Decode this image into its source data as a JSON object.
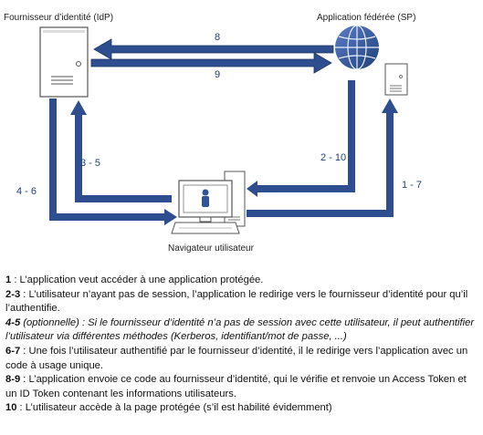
{
  "labels": {
    "idp": "Fournisseur d’identité (IdP)",
    "sp": "Application fédérée (SP)",
    "browser": "Navigateur utilisateur"
  },
  "arrows": {
    "a8": "8",
    "a9": "9",
    "a35": "3 - 5",
    "a46": "4 - 6",
    "a210": "2 - 10",
    "a17": "1 - 7"
  },
  "steps": [
    {
      "key": "1",
      "text": " : L’application veut accéder à une application protégée."
    },
    {
      "key": "2-3",
      "text": " : L’utilisateur n’ayant pas de session, l’application le redirige vers le fournisseur d’identité pour qu’il l’authentifie."
    },
    {
      "key": "4-5",
      "text": " (optionnelle) : Si le fournisseur d’identité n’a pas de session avec cette utilisateur, il peut authentifier l’utilisateur via différentes méthodes (Kerberos, identifiant/mot de passe, ...)"
    },
    {
      "key": "6-7",
      "text": " : Une fois l’utilisateur authentifié par le fournisseur d’identité, il le redirige vers l’application avec un code à usage unique."
    },
    {
      "key": "8-9",
      "text": " : L’application envoie ce code au fournisseur d’identité, qui le vérifie et renvoie un Access Token et un ID Token contenant les informations utilisateurs."
    },
    {
      "key": "10",
      "text": " : L’utilisateur accède à la page protégée (s’il est habilité évidemment)"
    }
  ],
  "colors": {
    "arrow": "#2e4e8f",
    "arrow_edge": "#1d3466",
    "globe": "#2f5597",
    "device": "#4a4a4a"
  }
}
